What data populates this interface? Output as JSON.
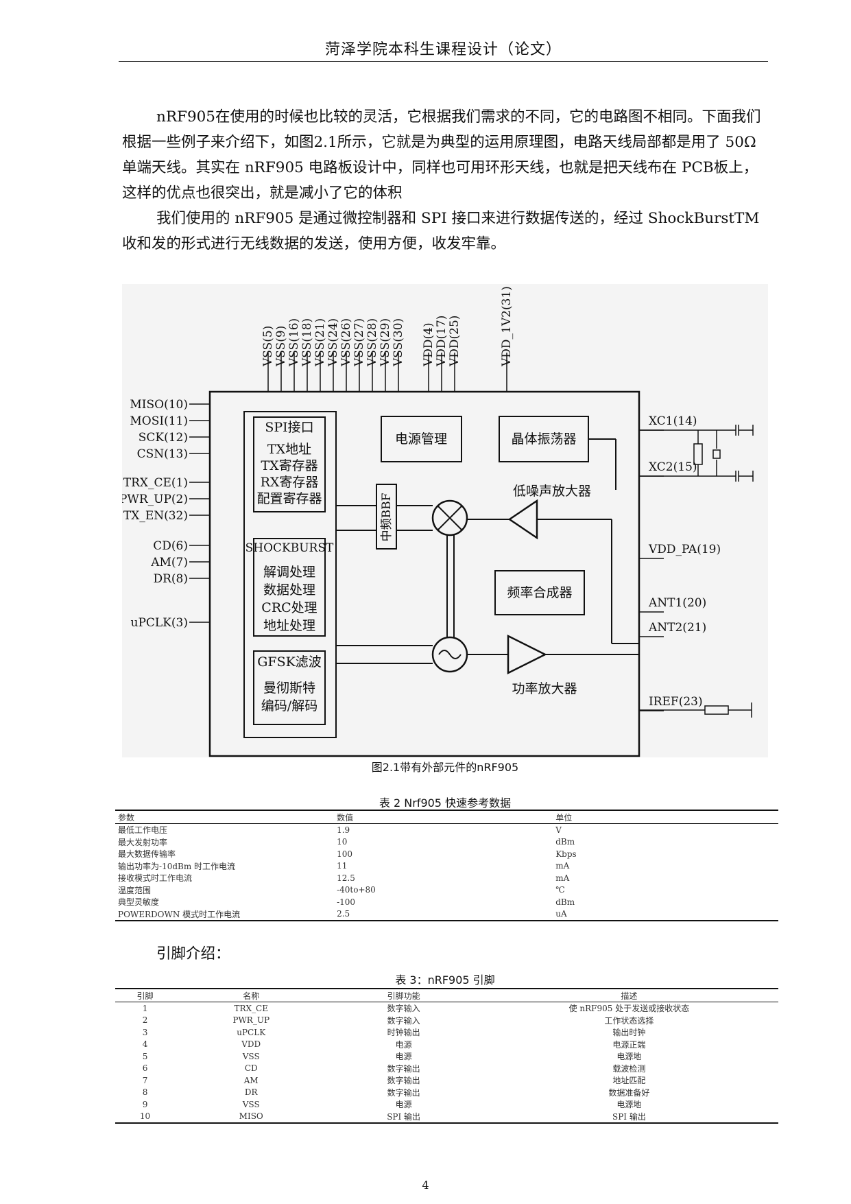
{
  "header": {
    "title": "菏泽学院本科生课程设计（论文）"
  },
  "paragraphs": [
    "nRF905在使用的时候也比较的灵活，它根据我们需求的不同，它的电路图不相同。下面我们根据一些例子来介绍下，如图2.1所示，它就是为典型的运用原理图，电路天线局部都是用了 50Ω单端天线。其实在 nRF905 电路板设计中，同样也可用环形天线，也就是把天线布在 PCB板上，这样的优点也很突出，就是减小了它的体积",
    "我们使用的 nRF905 是通过微控制器和 SPI 接口来进行数据传送的，经过 ShockBurstTM收和发的形式进行无线数据的发送，使用方便，收发牢靠。"
  ],
  "figure": {
    "caption": "图2.1带有外部元件的nRF905",
    "top_pins": [
      "VSS(5)",
      "VSS(9)",
      "VSS(16)",
      "VSS(18)",
      "VSS(21)",
      "VSS(24)",
      "VSS(26)",
      "VSS(27)",
      "VSS(28)",
      "VSS(29)",
      "VSS(30)",
      "VDD(4)",
      "VDD(17)",
      "VDD(25)",
      "VDD_1V2(31)"
    ],
    "left_pins": [
      "MISO(10)",
      "MOSI(11)",
      "SCK(12)",
      "CSN(13)",
      "TRX_CE(1)",
      "PWR_UP(2)",
      "TX_EN(32)",
      "CD(6)",
      "AM(7)",
      "DR(8)",
      "uPCLK(3)"
    ],
    "right_pins": [
      "XC1(14)",
      "XC2(15)",
      "VDD_PA(19)",
      "ANT1(20)",
      "ANT2(21)",
      "IREF(23)"
    ],
    "block_spi": [
      "SPI接口",
      "TX地址",
      "TX寄存器",
      "RX寄存器",
      "配置寄存器"
    ],
    "block_shock": [
      "SHOCKBURST",
      "解调处理",
      "数据处理",
      "CRC处理",
      "地址处理"
    ],
    "block_gfsk": [
      "GFSK滤波",
      "曼彻斯特",
      "编码/解码"
    ],
    "power_mgmt": "电源管理",
    "crystal": "晶体振荡器",
    "if_bbf": "中频BBF",
    "lna": "低噪声放大器",
    "synth": "频率合成器",
    "pa": "功率放大器"
  },
  "table2": {
    "title": "表 2   Nrf905 快速参考数据",
    "headers": [
      "参数",
      "数值",
      "单位"
    ],
    "rows": [
      [
        "最低工作电压",
        "1.9",
        "V"
      ],
      [
        "最大发射功率",
        "10",
        "dBm"
      ],
      [
        "最大数据传输率",
        "100",
        "Kbps"
      ],
      [
        "输出功率为-10dBm 时工作电流",
        "11",
        "mA"
      ],
      [
        "接收模式时工作电流",
        "12.5",
        "mA"
      ],
      [
        "温度范围",
        "-40to+80",
        "℃"
      ],
      [
        "典型灵敏度",
        "-100",
        "dBm"
      ],
      [
        "POWERDOWN 模式时工作电流",
        "2.5",
        "uA"
      ]
    ]
  },
  "subheading": "引脚介绍：",
  "table3": {
    "title": "表 3：nRF905 引脚",
    "headers": [
      "引脚",
      "名称",
      "引脚功能",
      "描述"
    ],
    "rows": [
      [
        "1",
        "TRX_CE",
        "数字输入",
        "使 nRF905 处于发送或接收状态"
      ],
      [
        "2",
        "PWR_UP",
        "数字输入",
        "工作状态选择"
      ],
      [
        "3",
        "uPCLK",
        "时钟输出",
        "输出时钟"
      ],
      [
        "4",
        "VDD",
        "电源",
        "电源正端"
      ],
      [
        "5",
        "VSS",
        "电源",
        "电源地"
      ],
      [
        "6",
        "CD",
        "数字输出",
        "载波检测"
      ],
      [
        "7",
        "AM",
        "数字输出",
        "地址匹配"
      ],
      [
        "8",
        "DR",
        "数字输出",
        "数据准备好"
      ],
      [
        "9",
        "VSS",
        "电源",
        "电源地"
      ],
      [
        "10",
        "MISO",
        "SPI 输出",
        "SPI 输出"
      ]
    ]
  },
  "page_number": "4"
}
